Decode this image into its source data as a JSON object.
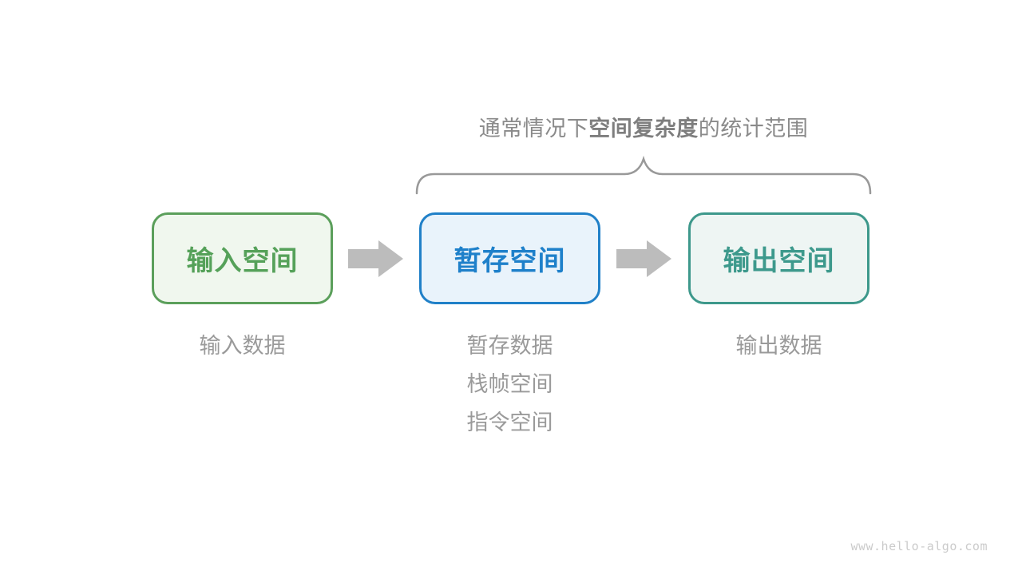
{
  "title": {
    "prefix": "通常情况下",
    "bold": "空间复杂度",
    "suffix": "的统计范围"
  },
  "boxes": [
    {
      "label": "输入空间",
      "border_color": "#5b9f5b",
      "background": "#f0f7ee",
      "text_color": "#55a159"
    },
    {
      "label": "暂存空间",
      "border_color": "#2080c8",
      "background": "#e9f3fb",
      "text_color": "#1e80ca"
    },
    {
      "label": "输出空间",
      "border_color": "#3d988b",
      "background": "#eef5f3",
      "text_color": "#3d998c"
    }
  ],
  "sublabels": {
    "input": [
      "输入数据"
    ],
    "temp": [
      "暂存数据",
      "栈帧空间",
      "指令空间"
    ],
    "output": [
      "输出数据"
    ]
  },
  "colors": {
    "title_text": "#8a8a8a",
    "sublabel_text": "#9a9a9a",
    "arrow": "#bcbcbc",
    "brace": "#999999",
    "watermark": "#cbcbcb",
    "background": "#ffffff"
  },
  "watermark": "www.hello-algo.com"
}
